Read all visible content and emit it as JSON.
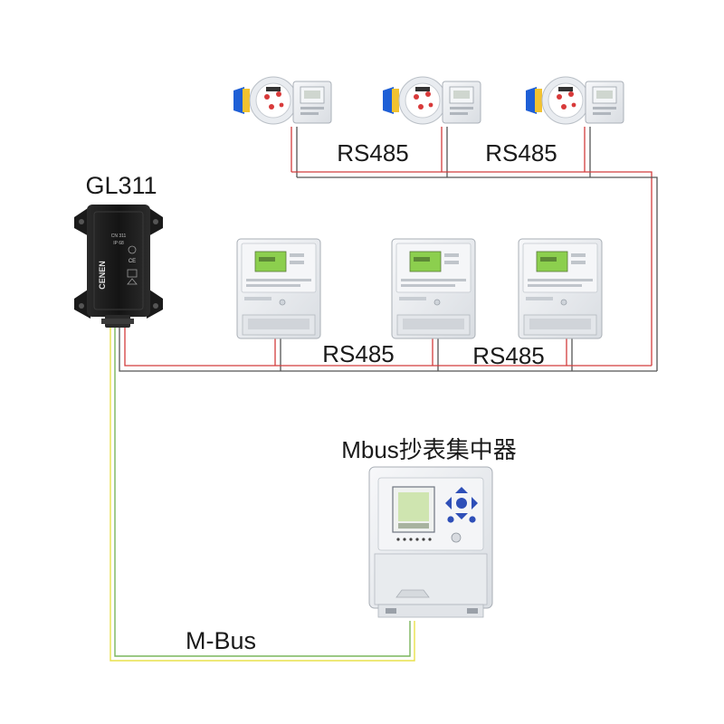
{
  "labels": {
    "gateway": "GL311",
    "rs485_water_left": "RS485",
    "rs485_water_right": "RS485",
    "rs485_power_left": "RS485",
    "rs485_power_right": "RS485",
    "concentrator": "Mbus抄表集中器",
    "mbus": "M-Bus"
  },
  "gateway_device": {
    "brand": "CENEN",
    "marks": [
      "CN 311",
      "IP 68",
      "CE"
    ]
  },
  "colors": {
    "wire_red": "#d23c3c",
    "wire_dark": "#555555",
    "wire_yellow": "#e8e04a",
    "wire_green": "#7ab55c",
    "gateway_body": "#1e1e1e",
    "meter_body": "#eef0f3",
    "water_meter_blue": "#1e5fd6",
    "lcd_green": "#8ccf4e",
    "keypad_blue": "#2e4fb8"
  },
  "devices": {
    "water_meters": [
      "water-meter-1",
      "water-meter-2",
      "water-meter-3"
    ],
    "power_meters": [
      "power-meter-1",
      "power-meter-2",
      "power-meter-3"
    ]
  }
}
